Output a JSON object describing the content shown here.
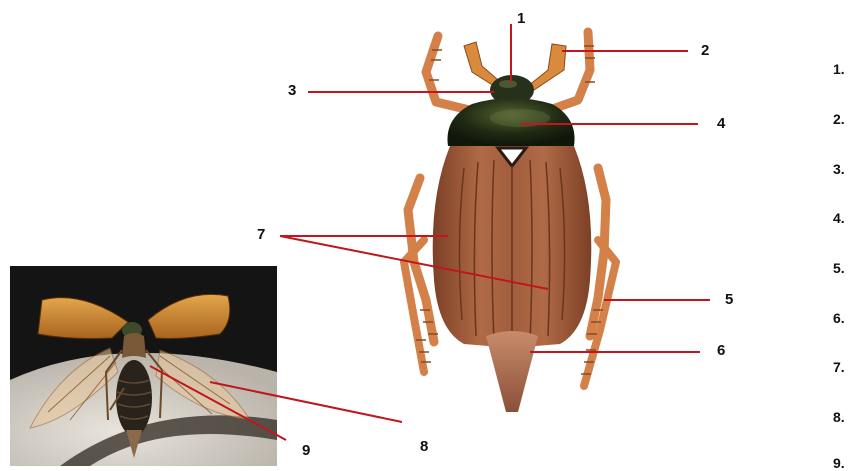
{
  "diagram": {
    "callouts": [
      "1",
      "2",
      "3",
      "4",
      "5",
      "6",
      "7",
      "8",
      "9"
    ],
    "answer_list": [
      "1.",
      "2.",
      "3.",
      "4.",
      "5.",
      "6.",
      "7.",
      "8.",
      "9."
    ],
    "colors": {
      "leader_line": "#c0161c",
      "pronotum": "#1f2a14",
      "elytra": "#9c5a38",
      "legs": "#d9804a",
      "photo_bg": "#121212"
    }
  }
}
